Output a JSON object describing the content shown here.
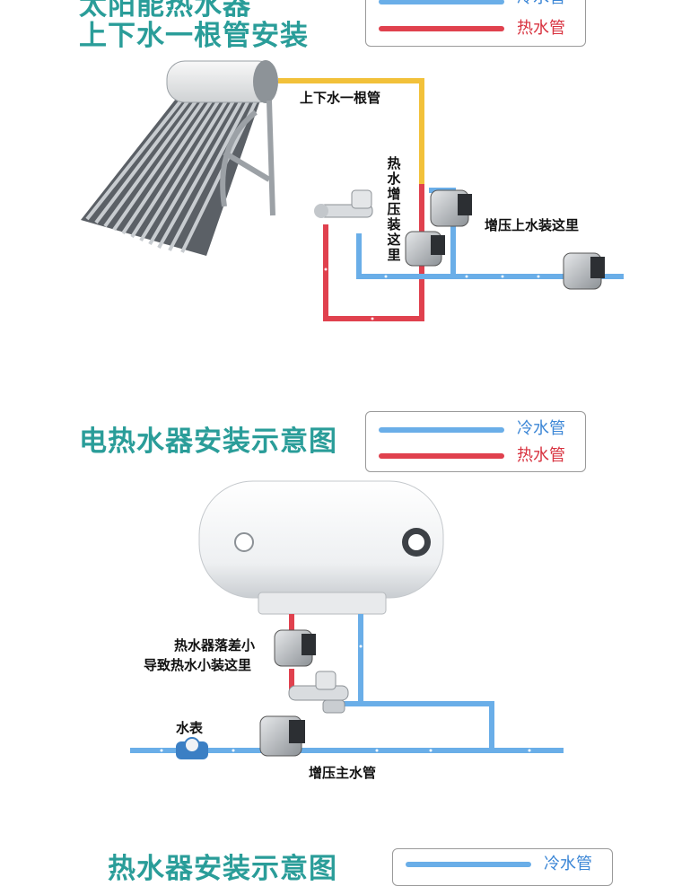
{
  "colors": {
    "cold": "#6aaee8",
    "hot": "#e0414e",
    "supply": "#f2c13a",
    "title": "#2a9d99",
    "cold_text": "#3b86d6",
    "hot_text": "#d8323f"
  },
  "section1": {
    "title_line1": "太阳能热水器",
    "title_line2": "上下水一根管安装",
    "legend": {
      "cold": "冷水管",
      "hot": "热水管"
    },
    "label_supply": "上下水一根管",
    "label_hot_boost": "热水增压装这里",
    "label_supply_boost": "增压上水装这里"
  },
  "section2": {
    "title": "电热水器安装示意图",
    "legend": {
      "cold": "冷水管",
      "hot": "热水管"
    },
    "label_heater_line1": "热水器落差小",
    "label_heater_line2": "导致热水小装这里",
    "label_meter": "水表",
    "label_main": "增压主水管"
  },
  "section3": {
    "title": "热水器安装示意图",
    "legend": {
      "cold": "冷水管"
    }
  }
}
